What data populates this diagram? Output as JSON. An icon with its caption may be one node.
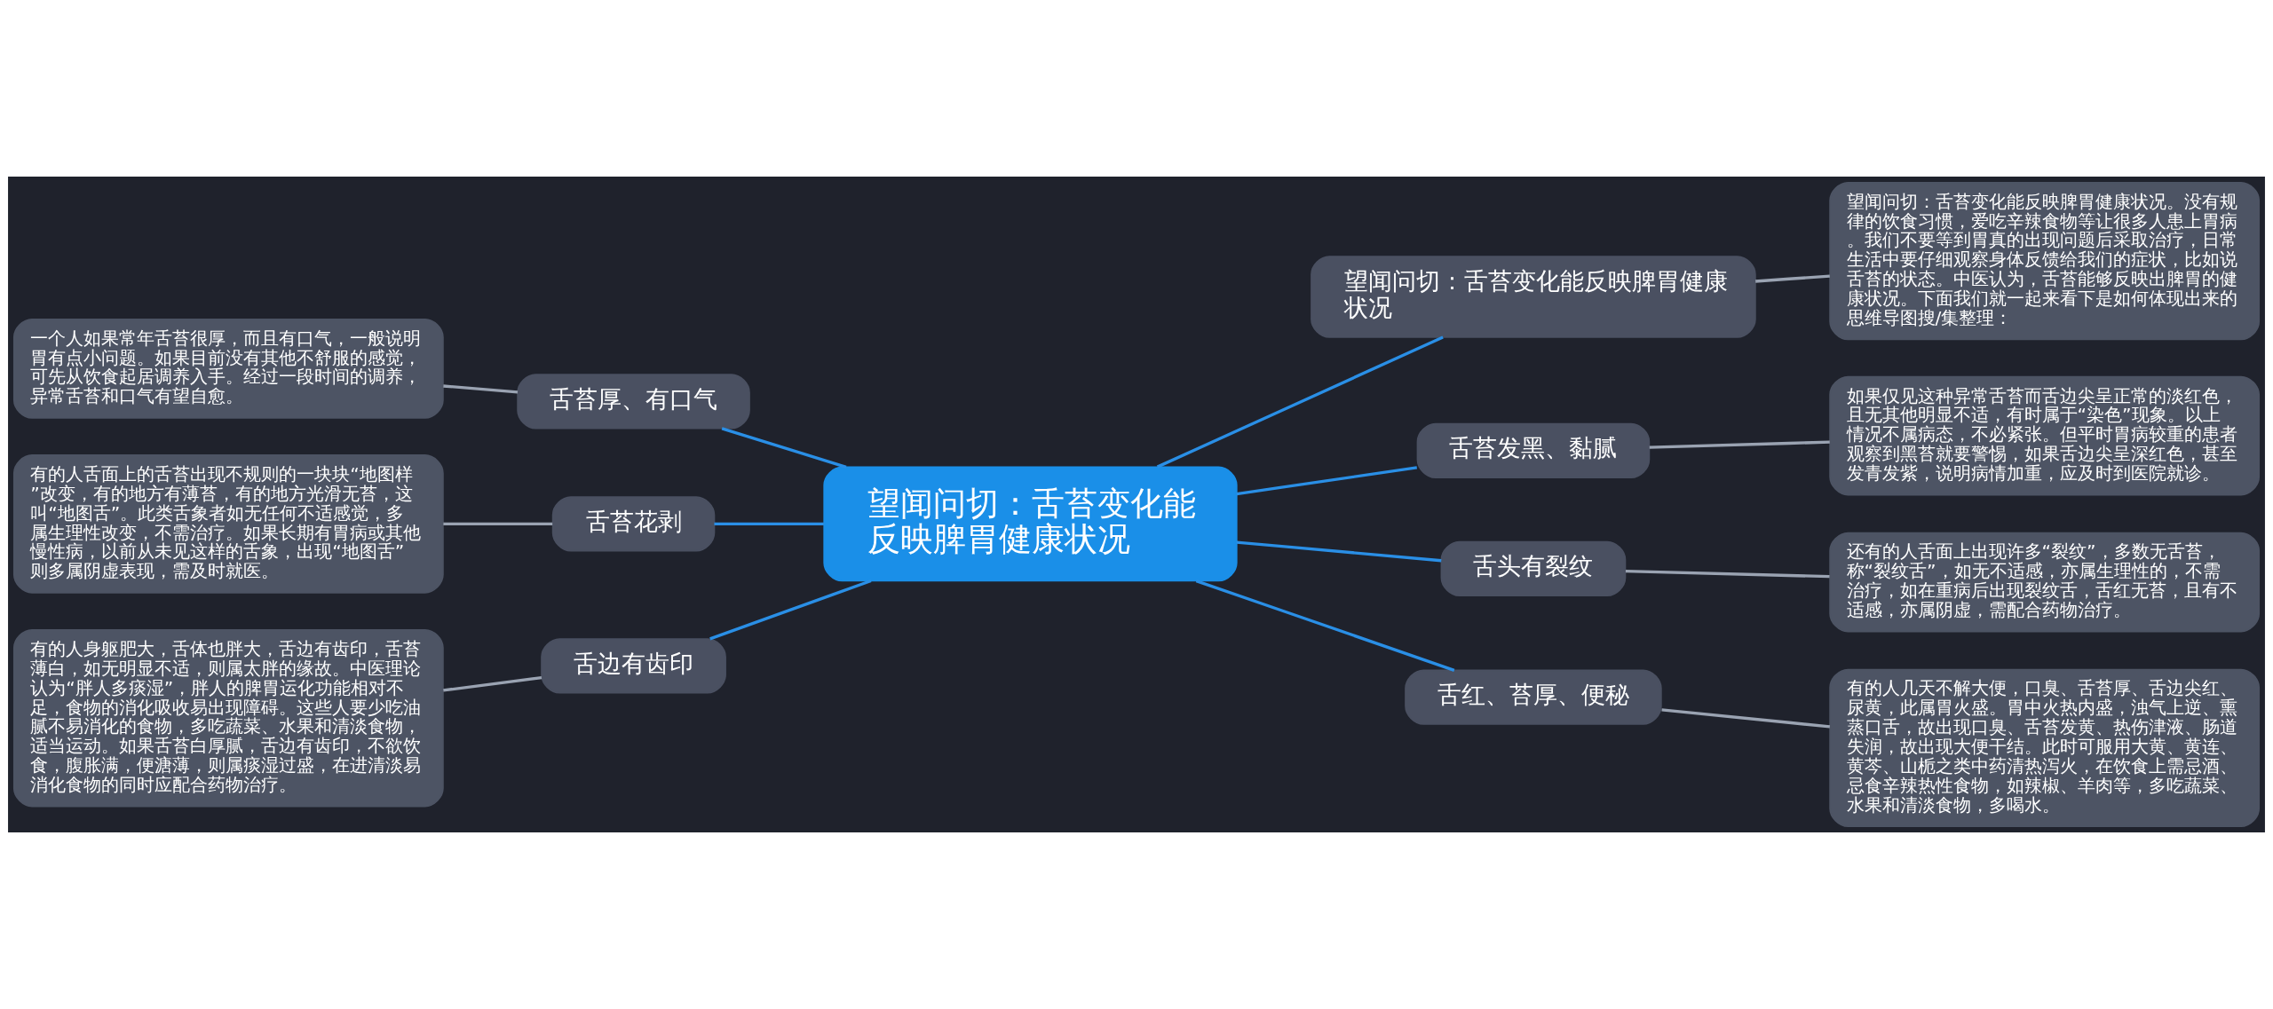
{
  "diagram": {
    "nodes": [
      {
        "text": [
          "望闻问切：舌苔变化能反映脾胃健康状况"
        ]
      },
      {
        "text": [
          "望闻问切：舌苔变化能反映脾胃健康状况"
        ]
      },
      {
        "text": [
          "望闻问切：舌苔变化能反映脾胃健康状况。没有规律的饮食习惯，爱吃辛辣食物等让很多人患上胃病。我们不要等到胃真的出现问题后采取治疗，日常生活中要仔细观察身体反馈给我们的症状，比如说舌苔的状态。中医认为，舌苔能够反映出脾胃的健康状况。下面我们就一起来看下是如何体现出来的思维导图搜/集整理："
        ]
      },
      {
        "text": [
          "舌苔发黑、黏腻"
        ]
      },
      {
        "text": [
          "如果仅见这种异常舌苔而舌边尖呈正常的淡红色，且无其他明显不适，有时属于“染色”现象。以上情况不属病态，不必紧张。但平时胃病较重的患者观察到黑苔就要警惕，如果舌边尖呈深红色，甚至发青发紫，说明病情加重，应及时到医院就诊。"
        ]
      },
      {
        "text": [
          "舌头有裂纹"
        ]
      },
      {
        "text": [
          "还有的人舌面上出现许多“裂纹”，多数无舌苔，称“裂纹舌”，如无不适感，亦属生理性的，不需治疗，如在重病后出现裂纹舌，舌红无苔，且有不适感，亦属阴虚，需配合药物治疗。"
        ]
      },
      {
        "text": [
          "舌红、苔厚、便秘"
        ]
      },
      {
        "text": [
          "有的人几天不解大便，口臭、舌苔厚、舌边尖红、尿黄，此属胃火盛。胃中火热内盛，浊气上逆、熏蒸口舌，故出现口臭、舌苔发黄、热伤津液、肠道失润，故出现大便干结。此时可服用大黄、黄连、黄芩、山栀之类中药清热泻火，在饮食上需忌酒、忌食辛辣热性食物，如辣椒、羊肉等，多吃蔬菜、水果和清淡食物，多喝水。"
        ]
      },
      {
        "text": [
          "舌苔厚、有口气"
        ]
      },
      {
        "text": [
          "一个人如果常年舌苔很厚，而且有口气，一般说明胃有点小问题。如果目前没有其他不舒服的感觉，可先从饮食起居调养入手。经过一段时间的调养，异常舌苔和口气有望自愈。"
        ]
      },
      {
        "text": [
          "舌苔花剥"
        ]
      },
      {
        "text": [
          "有的人舌面上的舌苔出现不规则的一块块“地图样”改变，有的地方有薄苔，有的地方光滑无苔，这叫“地图舌”。此类舌象者如无任何不适感觉，多属生理性改变，不需治疗。如果长期有胃病或其他慢性病，以前从未见这样的舌象，出现“地图舌”则多属阴虚表现，需及时就医。"
        ]
      },
      {
        "text": [
          "舌边有齿印"
        ]
      },
      {
        "text": [
          "有的人身躯肥大，舌体也胖大，舌边有齿印，舌苔薄白，如无明显不适，则属太胖的缘故。中医理论认为“胖人多痰湿”，胖人的脾胃运化功能相对不足，食物的消化吸收易出现障碍。这些人要少吃油腻不易消化的食物，多吃蔬菜、水果和清淡食物，适当运动。如果舌苔白厚腻，舌边有齿印，不欲饮食，腹胀满，便溏薄，则属痰湿过盛，在进清淡易消化食物的同时应配合药物治疗。"
        ]
      }
    ],
    "edges": [
      {
        "from": 0,
        "to": 1,
        "arrow": "none"
      },
      {
        "from": 1,
        "to": 2,
        "arrow": "none",
        "color": "#9aa3b2"
      },
      {
        "from": 0,
        "to": 3,
        "arrow": "none"
      },
      {
        "from": 3,
        "to": 4,
        "arrow": "none",
        "color": "#9aa3b2"
      },
      {
        "from": 0,
        "to": 5,
        "arrow": "none"
      },
      {
        "from": 5,
        "to": 6,
        "arrow": "none",
        "color": "#9aa3b2"
      },
      {
        "from": 0,
        "to": 7,
        "arrow": "none"
      },
      {
        "from": 7,
        "to": 8,
        "arrow": "none",
        "color": "#9aa3b2"
      },
      {
        "from": 0,
        "to": 9,
        "arrow": "none"
      },
      {
        "from": 9,
        "to": 10,
        "arrow": "none",
        "color": "#9aa3b2"
      },
      {
        "from": 0,
        "to": 11,
        "arrow": "none"
      },
      {
        "from": 11,
        "to": 12,
        "arrow": "none",
        "color": "#9aa3b2"
      },
      {
        "from": 0,
        "to": 13,
        "arrow": "none"
      },
      {
        "from": 13,
        "to": 14,
        "arrow": "none",
        "color": "#9aa3b2"
      }
    ]
  }
}
